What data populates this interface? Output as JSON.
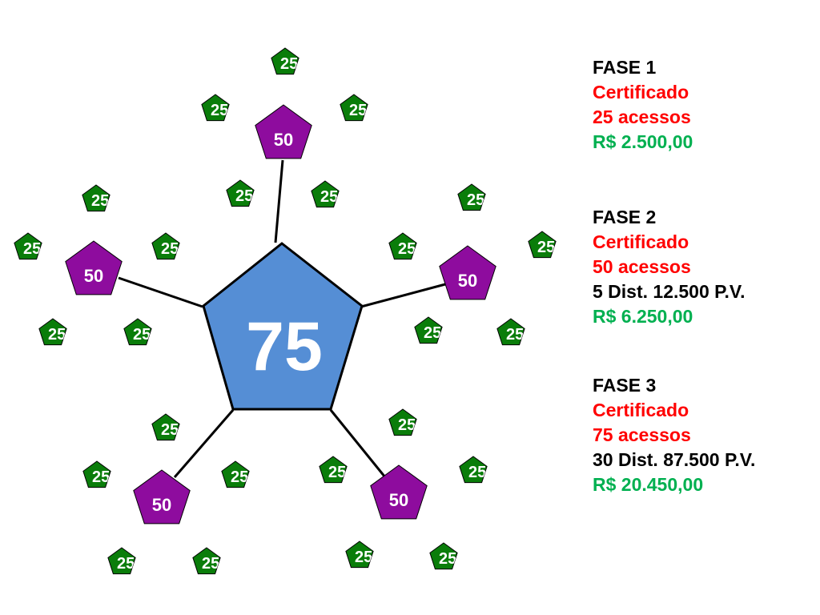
{
  "diagram": {
    "center_label": "75",
    "mid_label": "50",
    "small_label": "25",
    "colors": {
      "center_fill": "#558ed5",
      "mid_fill": "#8e0c9e",
      "small_fill": "#0a7d0a",
      "stroke": "#000000",
      "phase_title": "#000000",
      "phase_highlight": "#ff0000",
      "phase_money": "#00b050"
    }
  },
  "phases": [
    {
      "title": "FASE 1",
      "cert": "Certificado",
      "acessos": "25 acessos",
      "dist": "",
      "valor": "R$ 2.500,00"
    },
    {
      "title": "FASE 2",
      "cert": "Certificado",
      "acessos": "50 acessos",
      "dist": "5 Dist. 12.500 P.V.",
      "valor": "R$ 6.250,00"
    },
    {
      "title": "FASE 3",
      "cert": "Certificado",
      "acessos": "75 acessos",
      "dist": "30 Dist. 87.500 P.V.",
      "valor": "R$ 20.450,00"
    }
  ]
}
